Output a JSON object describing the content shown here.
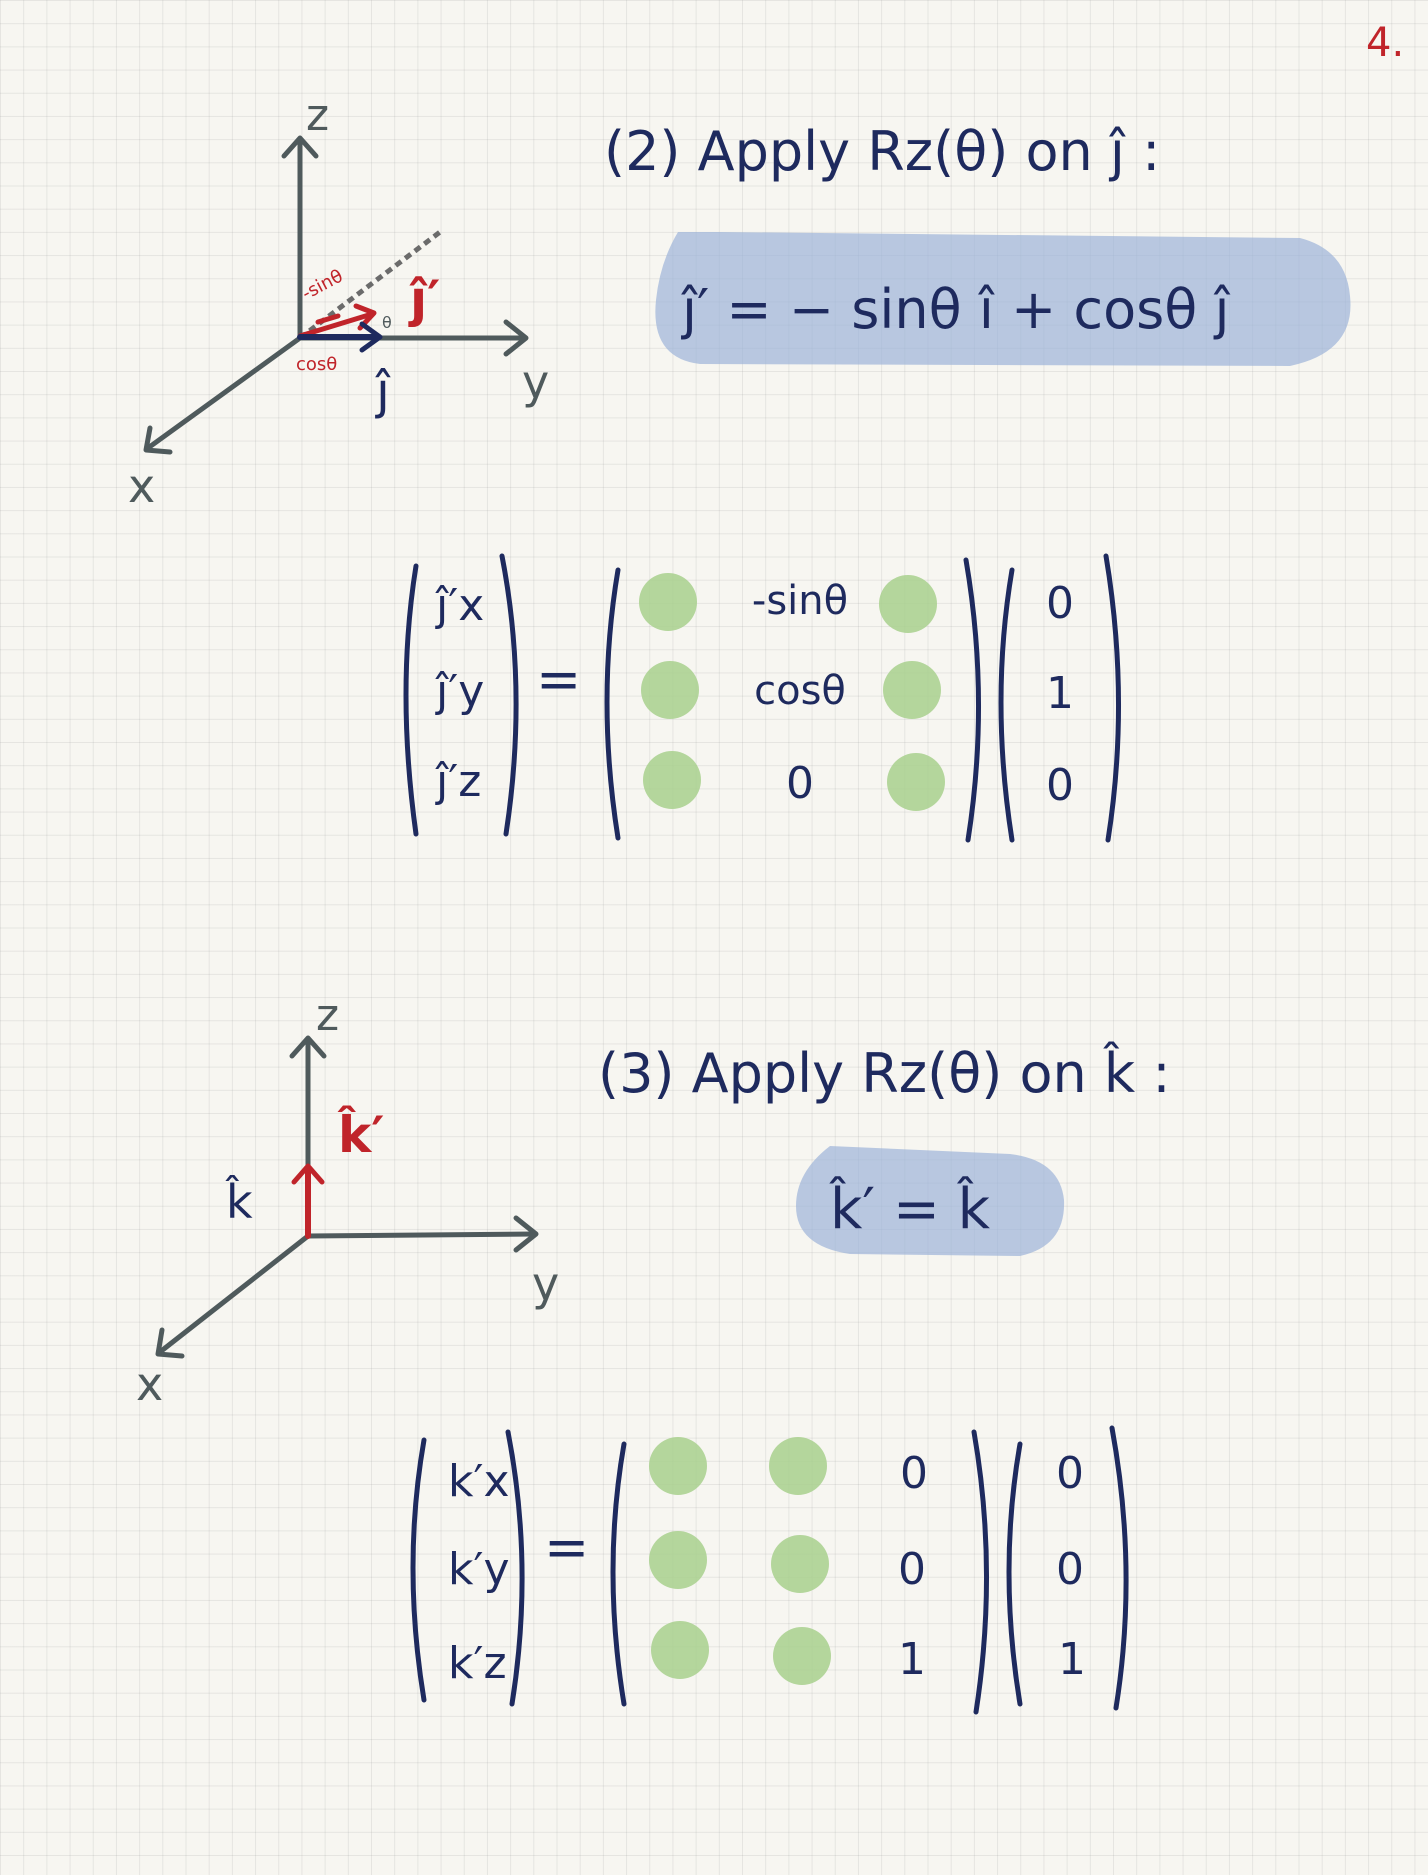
{
  "page_number": "4.",
  "section2": {
    "heading": "(2) Apply Rz(θ) on ĵ :",
    "equation": "ĵ′ = − sinθ î + cosθ ĵ",
    "diagram": {
      "z_label": "z",
      "y_label": "y",
      "x_label": "x",
      "rotated_vector_label": "ĵ′",
      "vector_label": "ĵ",
      "neg_sin_label": "-sinθ",
      "cos_label": "cosθ",
      "angle_label": "θ"
    },
    "matrix_eq": {
      "lhs": [
        "ĵ′x",
        "ĵ′y",
        "ĵ′z"
      ],
      "equals": "=",
      "matrix_middle_column": [
        "-sinθ",
        "cosθ",
        "0"
      ],
      "vector": [
        "0",
        "1",
        "0"
      ]
    }
  },
  "section3": {
    "heading": "(3) Apply Rz(θ) on k̂ :",
    "equation": "k̂′ = k̂",
    "diagram": {
      "z_label": "z",
      "y_label": "y",
      "x_label": "x",
      "vector_label": "k̂",
      "rotated_vector_label": "k̂′"
    },
    "matrix_eq": {
      "lhs": [
        "k′x",
        "k′y",
        "k′z"
      ],
      "equals": "=",
      "matrix_right_column": [
        "0",
        "0",
        "1"
      ],
      "vector": [
        "0",
        "0",
        "1"
      ]
    }
  },
  "colors": {
    "ink": "#1e2a5e",
    "red": "#c0242a",
    "axis": "#4f5a5c",
    "highlight": "#9db3d9",
    "green_dot": "#a8d08d"
  }
}
